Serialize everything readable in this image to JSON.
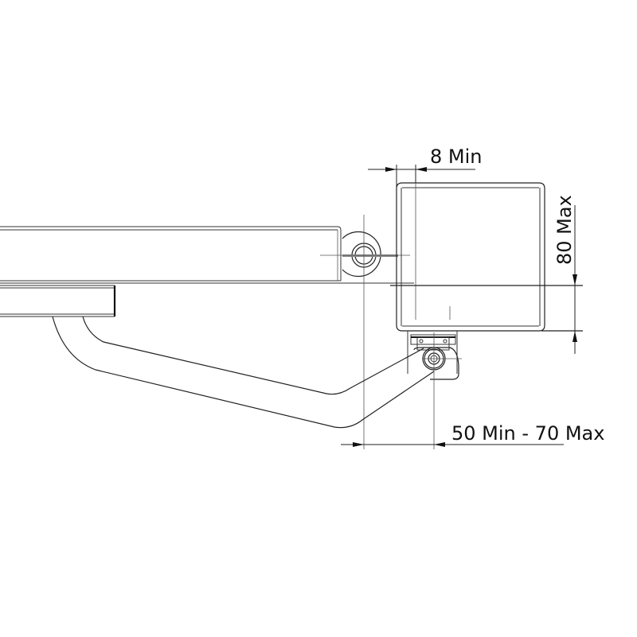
{
  "drawing": {
    "type": "technical-drawing",
    "subject": "swing gate operator mounting (articulated arm, top view)",
    "line_color": "#222222",
    "background": "#ffffff"
  },
  "dimensions": {
    "gap": {
      "label": "8 Min"
    },
    "height": {
      "label": "80 Max"
    },
    "offset": {
      "label": "50 Min - 70 Max"
    }
  },
  "parts": [
    {
      "name": "gate-leaf-beam"
    },
    {
      "name": "motor-housing"
    },
    {
      "name": "gate-pivot-hinge"
    },
    {
      "name": "articulated-arm"
    },
    {
      "name": "motor-output-bracket"
    }
  ]
}
